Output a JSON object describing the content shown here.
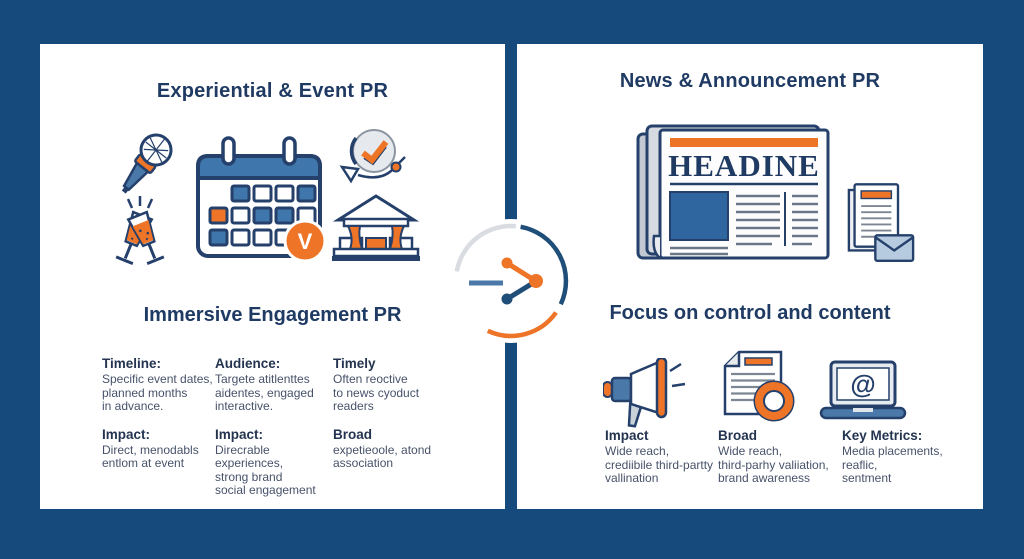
{
  "colors": {
    "background": "#164a7c",
    "navy": "#24406b",
    "heading": "#1f3a63",
    "orange": "#ee7428",
    "mid_blue": "#4a78a8",
    "photo_blue": "#2f66a0",
    "body_text": "#47526a",
    "light_gray": "#d9dde2"
  },
  "left_panel": {
    "title": "Experiential & Event PR",
    "subtitle": "Immersive Engagement PR",
    "calendar_badge": "V",
    "icons": [
      "microphone-icon",
      "champagne-toast-icon",
      "calendar-icon",
      "check-arrow-icon",
      "event-tent-icon"
    ],
    "columns": [
      {
        "label": "Timeline:",
        "text": "Specific event dates,\nplanned months\nin advance."
      },
      {
        "label": "Audience:",
        "text": "Targete atitlenttes\naidentes, engaged\ninteractive."
      },
      {
        "label": "Timely",
        "text": "Often reoctive\nto news cyoduct\nreaders"
      },
      {
        "label": "Impact:",
        "text": "Direct, menodabls\nentlom at event"
      },
      {
        "label": "Impact:",
        "text": "Direcrable experiences,\nstrong brand\nsocial engagement"
      },
      {
        "label": "Broad",
        "text": "expetieoole, atond\nassociation"
      }
    ]
  },
  "right_panel": {
    "title": "News & Announcement PR",
    "subtitle": "Focus on control and content",
    "newspaper_headline": "HEADINE",
    "laptop_symbol": "@",
    "icons": [
      "newspaper-icon",
      "document-mail-icon",
      "megaphone-icon",
      "document-ring-icon",
      "laptop-at-icon"
    ],
    "columns": [
      {
        "label": "Impact",
        "text": "Wide reach,\ncrediibile third-partty\nvallination"
      },
      {
        "label": "Broad",
        "text": "Wide reach,\nthird-parhy valiiation,\nbrand awareness"
      },
      {
        "label": "Key Metrics:",
        "text": "Media placements,\nreaflic,\nsentment"
      }
    ]
  },
  "center": {
    "icon": "clock-arrow-icon"
  }
}
